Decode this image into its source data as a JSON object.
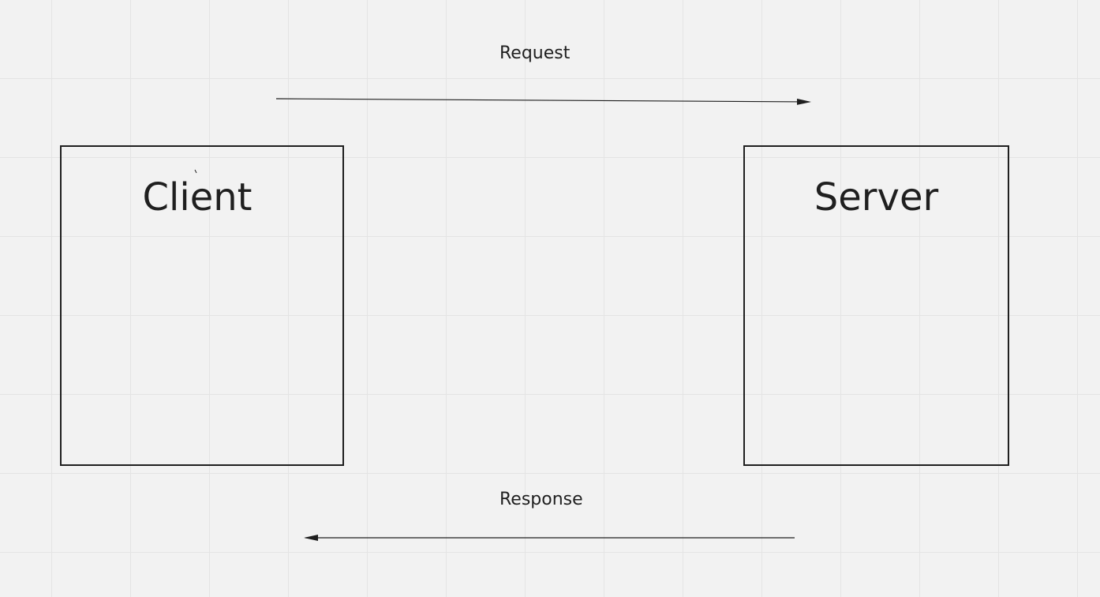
{
  "nodes": {
    "client": {
      "label": "Client"
    },
    "server": {
      "label": "Server"
    }
  },
  "edges": {
    "request": {
      "label": "Request",
      "from": "Client",
      "to": "Server"
    },
    "response": {
      "label": "Response",
      "from": "Server",
      "to": "Client"
    }
  },
  "colors": {
    "background": "#f2f2f2",
    "grid": "#e4e4e4",
    "stroke": "#1f1f1f"
  }
}
